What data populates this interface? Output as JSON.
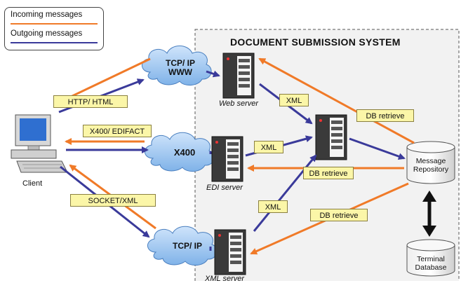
{
  "legend": {
    "incoming_label": "Incoming messages",
    "outgoing_label": "Outgoing messages",
    "incoming_color": "#f07a28",
    "outgoing_color": "#3a3a9a"
  },
  "system": {
    "title": "DOCUMENT SUBMISSION SYSTEM"
  },
  "client": {
    "label": "Client"
  },
  "clouds": {
    "tcp_www_line1": "TCP/ IP",
    "tcp_www_line2": "WWW",
    "x400": "X400",
    "tcp_ip": "TCP/ IP"
  },
  "servers": {
    "web": "Web server",
    "edi": "EDI server",
    "xml": "XML server"
  },
  "protocols": {
    "http": "HTTP/ HTML",
    "x400": "X400/ EDIFACT",
    "socket": "SOCKET/XML"
  },
  "flows": {
    "xml_top": "XML",
    "xml_mid": "XML",
    "xml_bottom": "XML",
    "db_retrieve_top": "DB retrieve",
    "db_retrieve_mid": "DB retrieve",
    "db_retrieve_bottom": "DB retrieve"
  },
  "databases": {
    "repo_line1": "Message",
    "repo_line2": "Repository",
    "term_line1": "Terminal",
    "term_line2": "Database"
  }
}
